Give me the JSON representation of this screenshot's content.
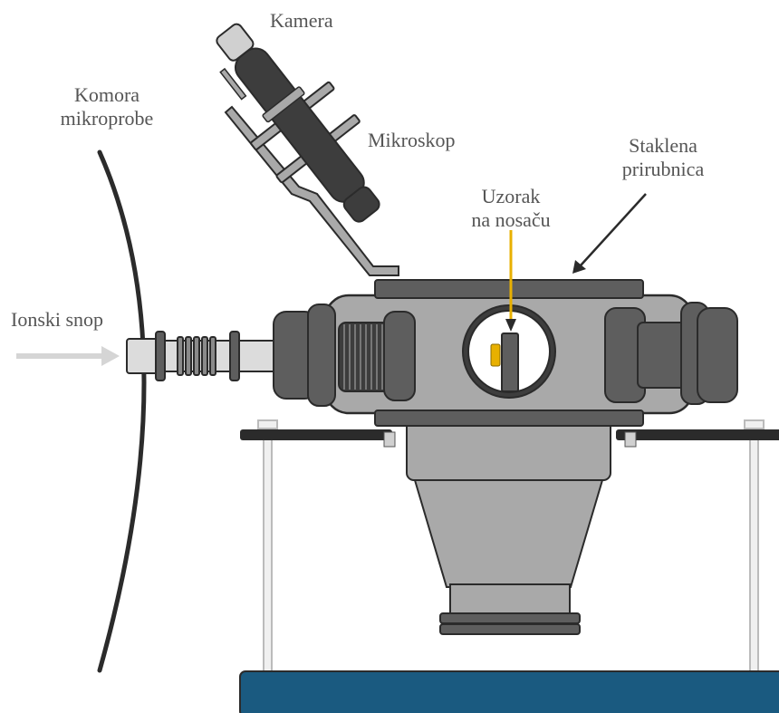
{
  "labels": {
    "camera": "Kamera",
    "chamber_line1": "Komora",
    "chamber_line2": "mikroprobe",
    "microscope": "Mikroskop",
    "flange_line1": "Staklena",
    "flange_line2": "prirubnica",
    "sample_line1": "Uzorak",
    "sample_line2": "na nosaču",
    "ion_beam": "Ionski snop"
  },
  "colors": {
    "outline": "#2b2b2b",
    "body_gray": "#a9a9a9",
    "dark_gray": "#5e5e5e",
    "scope_dark": "#3d3d3d",
    "bellows": "#8a8a8a",
    "beam_gray": "#d5d5d5",
    "sample_gold": "#e8b000",
    "table_blue": "#1a5a80",
    "label_text": "#555555"
  }
}
